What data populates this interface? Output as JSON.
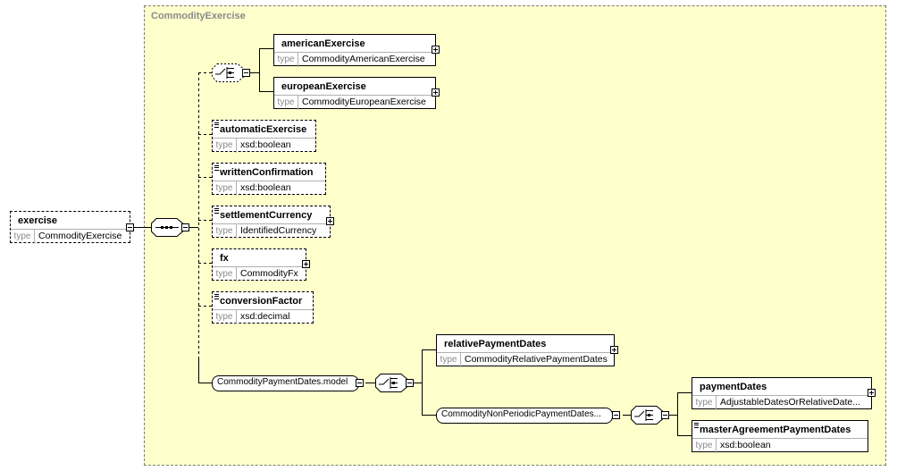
{
  "complex_type": {
    "title": "CommodityExercise"
  },
  "root": {
    "name": "exercise",
    "type_key": "type",
    "type_value": "CommodityExercise"
  },
  "elements": {
    "american": {
      "name": "americanExercise",
      "type_key": "type",
      "type_value": "CommodityAmericanExercise"
    },
    "european": {
      "name": "europeanExercise",
      "type_key": "type",
      "type_value": "CommodityEuropeanExercise"
    },
    "automatic": {
      "name": "automaticExercise",
      "type_key": "type",
      "type_value": "xsd:boolean"
    },
    "written": {
      "name": "writtenConfirmation",
      "type_key": "type",
      "type_value": "xsd:boolean"
    },
    "settlement": {
      "name": "settlementCurrency",
      "type_key": "type",
      "type_value": "IdentifiedCurrency"
    },
    "fx": {
      "name": "fx",
      "type_key": "type",
      "type_value": "CommodityFx"
    },
    "conversion": {
      "name": "conversionFactor",
      "type_key": "type",
      "type_value": "xsd:decimal"
    },
    "relative": {
      "name": "relativePaymentDates",
      "type_key": "type",
      "type_value": "CommodityRelativePaymentDates"
    },
    "payment": {
      "name": "paymentDates",
      "type_key": "type",
      "type_value": "AdjustableDatesOrRelativeDate..."
    },
    "master": {
      "name": "masterAgreementPaymentDates",
      "type_key": "type",
      "type_value": "xsd:boolean"
    }
  },
  "groups": {
    "payment_model": "CommodityPaymentDates.model",
    "non_periodic": "CommodityNonPeriodicPaymentDates..."
  }
}
